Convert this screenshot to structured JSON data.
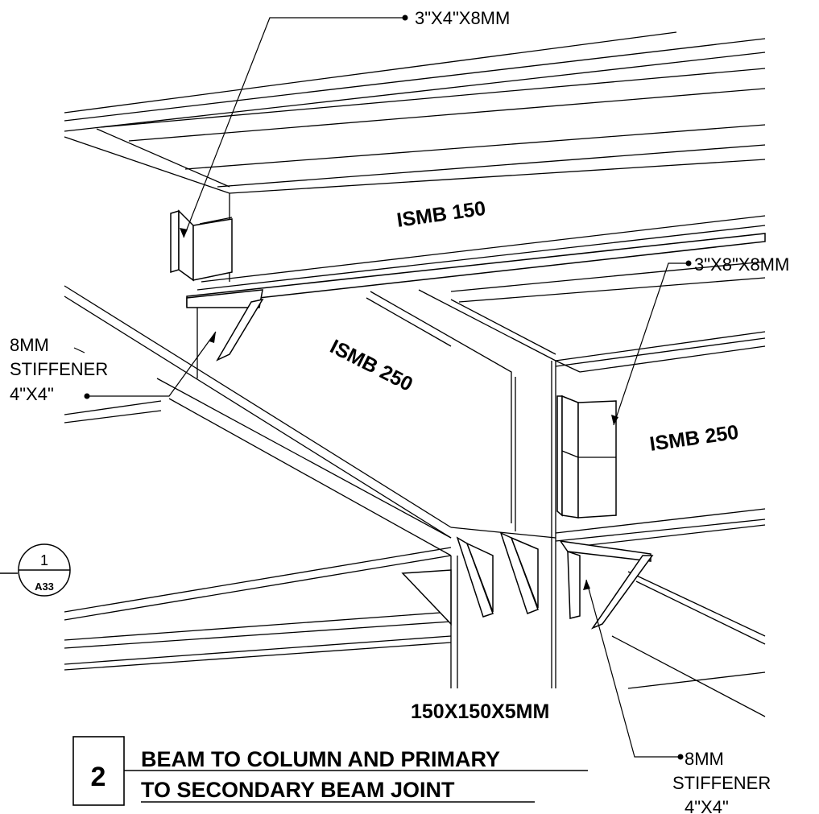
{
  "labels": {
    "callout_top": "3\"X4\"X8MM",
    "callout_right": "3\"X8\"X8MM",
    "beam_top": "ISMB 150",
    "beam_center": "ISMB 250",
    "beam_right": "ISMB 250",
    "stiffener_left_line1": "8MM",
    "stiffener_left_line2": "STIFFENER",
    "stiffener_left_line3": "4\"X4\"",
    "column_size": "150X150X5MM",
    "stiffener_right_line1": "8MM",
    "stiffener_right_line2": "STIFFENER",
    "stiffener_right_line3": "4\"X4\""
  },
  "section_marker": {
    "number": "1",
    "sheet": "A33"
  },
  "title_block": {
    "number": "2",
    "line1": "BEAM TO COLUMN AND PRIMARY",
    "line2": "TO SECONDARY BEAM JOINT"
  }
}
